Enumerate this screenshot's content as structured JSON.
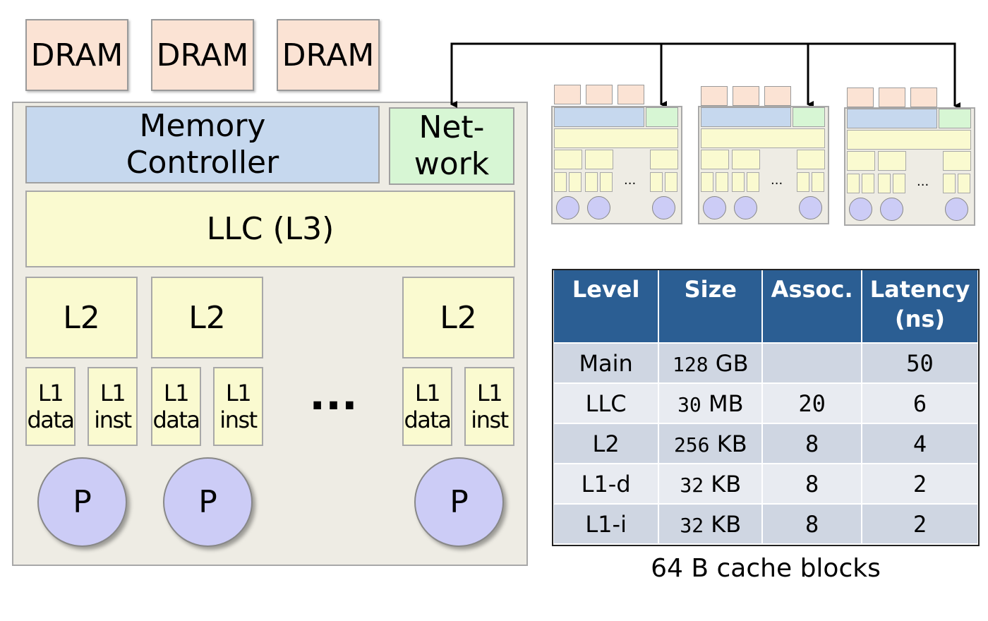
{
  "dram_label": "DRAM",
  "memory_controller": "Memory Controller",
  "network_line1": "Net-",
  "network_line2": "work",
  "llc_label": "LLC (L3)",
  "l2_label": "L2",
  "l1_label": "L1",
  "l1_data": "data",
  "l1_inst": "inst",
  "ellipsis": "...",
  "processor_label": "P",
  "mini_ellipsis": "...",
  "table": {
    "headers": [
      "Level",
      "Size",
      "Assoc.",
      "Latency (ns)"
    ],
    "rows": [
      {
        "level": "Main",
        "size_num": "128",
        "size_unit": "GB",
        "assoc": "",
        "latency": "50"
      },
      {
        "level": "LLC",
        "size_num": "30",
        "size_unit": "MB",
        "assoc": "20",
        "latency": "6"
      },
      {
        "level": "L2",
        "size_num": "256",
        "size_unit": "KB",
        "assoc": "8",
        "latency": "4"
      },
      {
        "level": "L1-d",
        "size_num": "32",
        "size_unit": "KB",
        "assoc": "8",
        "latency": "2"
      },
      {
        "level": "L1-i",
        "size_num": "32",
        "size_unit": "KB",
        "assoc": "8",
        "latency": "2"
      }
    ]
  },
  "caption": "64 B cache blocks"
}
